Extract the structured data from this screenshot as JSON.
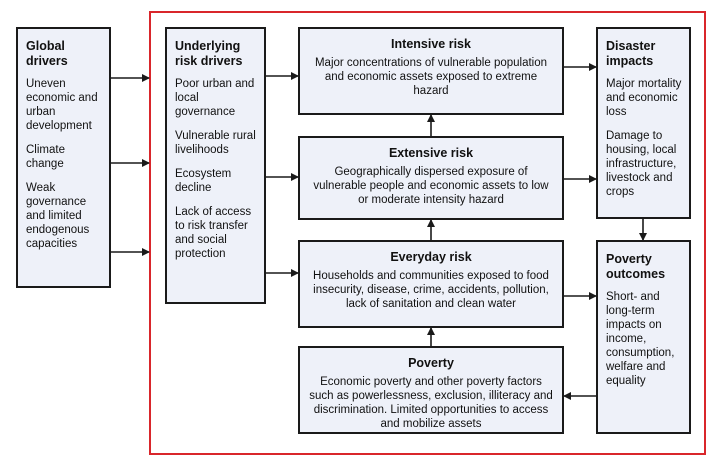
{
  "global_drivers": {
    "title": "Global drivers",
    "items": [
      "Uneven economic and urban development",
      "Climate change",
      "Weak governance and limited endogenous capacities"
    ]
  },
  "underlying_drivers": {
    "title": "Underlying risk drivers",
    "items": [
      "Poor urban and local governance",
      "Vulnerable rural livelihoods",
      "Ecosystem decline",
      "Lack of access to risk transfer and social protection"
    ]
  },
  "intensive_risk": {
    "title": "Intensive risk",
    "body": "Major concentrations of vulnerable population and economic assets exposed to extreme hazard"
  },
  "extensive_risk": {
    "title": "Extensive risk",
    "body": "Geographically dispersed exposure of vulnerable people and economic assets to low or moderate intensity hazard"
  },
  "everyday_risk": {
    "title": "Everyday risk",
    "body": "Households and communities exposed to food insecurity, disease, crime, accidents, pollution, lack of sanitation and clean water"
  },
  "poverty": {
    "title": "Poverty",
    "body": "Economic poverty and other poverty factors such as powerlessness, exclusion, illiteracy and discrimination. Limited opportunities to access and mobilize assets"
  },
  "disaster_impacts": {
    "title": "Disaster impacts",
    "items": [
      "Major mortality and economic loss",
      "Damage to housing, local infrastructure, livestock and crops"
    ]
  },
  "poverty_outcomes": {
    "title": "Poverty outcomes",
    "body": "Short- and long-term impacts on income, consumption, welfare and equality"
  },
  "colors": {
    "box_fill": "#eef1f9",
    "frame": "#d9262b",
    "line": "#1a1a1a"
  }
}
